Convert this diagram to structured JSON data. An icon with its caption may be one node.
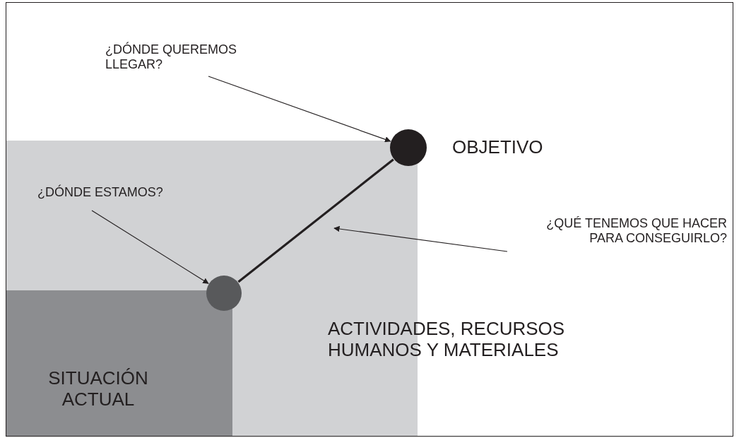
{
  "diagram": {
    "nodes": [
      {
        "text": [
          "¿DÓNDE QUEREMOS LLEGAR?"
        ]
      },
      {
        "text": [],
        "shape": "circle",
        "beside": [
          "OBJETIVO"
        ]
      },
      {
        "text": [
          "ACTIVIDADES, RECURSOS HUMANOS Y MATERIALES"
        ]
      },
      {
        "text": [
          "¿DÓNDE ESTAMOS?"
        ],
        "in": 2
      },
      {
        "text": [
          "¿QUÉ TENEMOS QUE HACER PARA CONSEGUIRLO?"
        ]
      },
      {
        "text": [],
        "shape": "circle",
        "in": 2
      },
      {
        "text": [
          "SITUACIÓN ACTUAL"
        ],
        "in": 2
      }
    ],
    "edges": [
      {
        "from": 0,
        "to": 1,
        "arrow": "to"
      },
      {
        "from": 3,
        "to": 5,
        "arrow": "to"
      },
      {
        "from": 5,
        "to": 1,
        "arrow": "none",
        "style": "thick"
      },
      {
        "from": 4,
        "to": null,
        "arrow": "to"
      }
    ]
  }
}
